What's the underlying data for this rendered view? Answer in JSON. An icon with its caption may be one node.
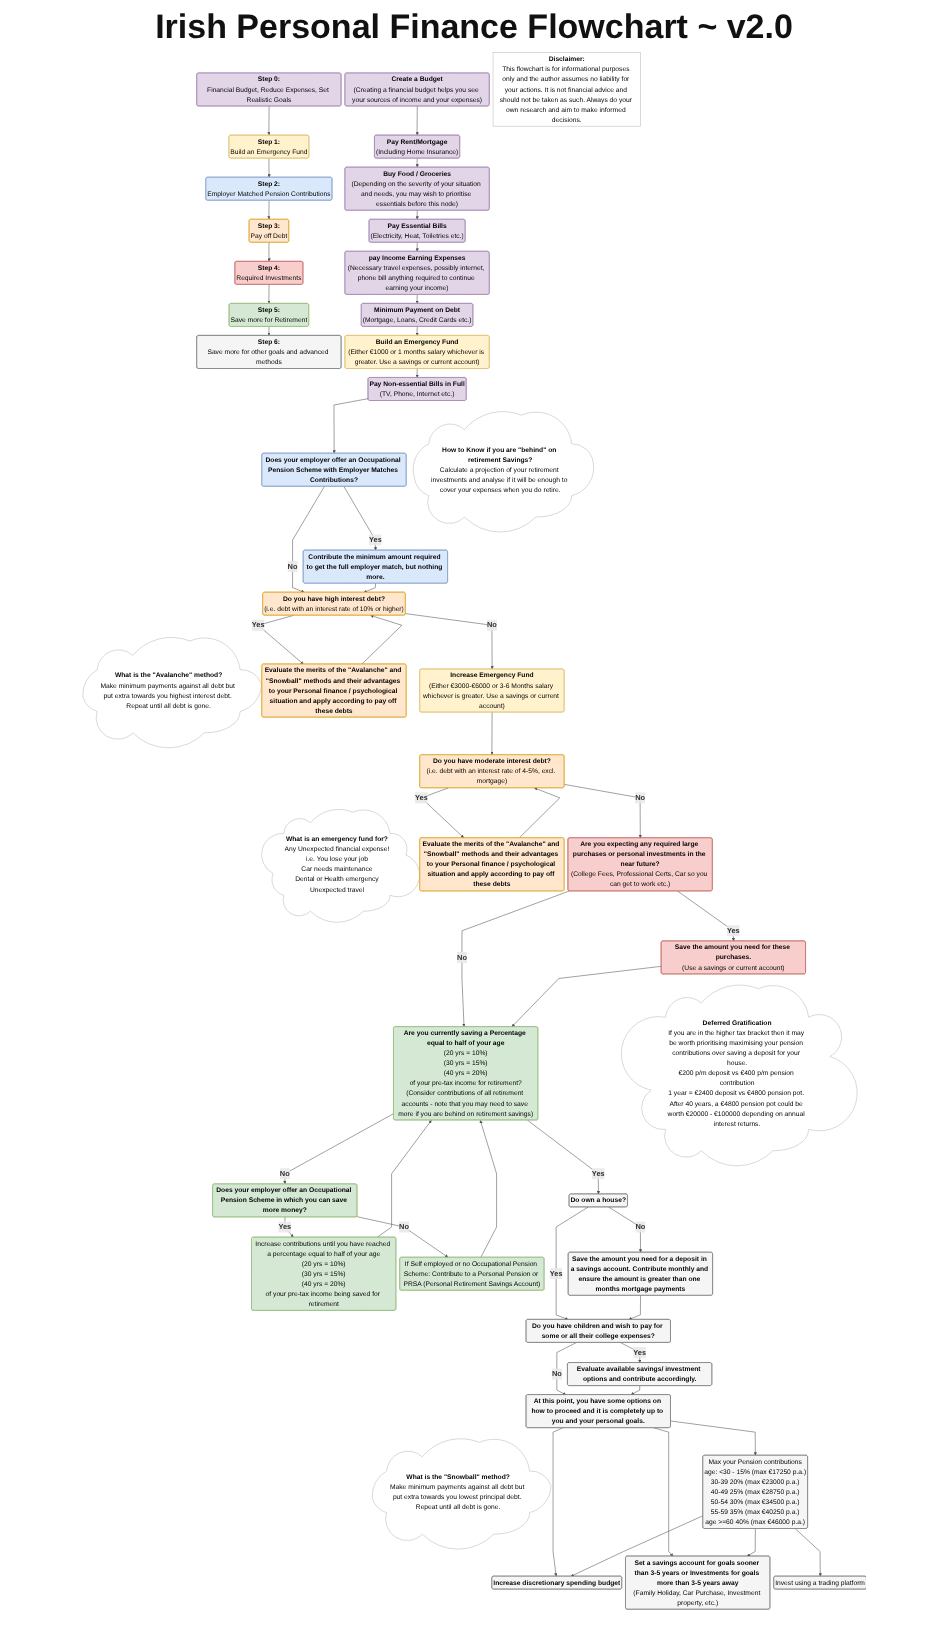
{
  "diagram": {
    "title": "Irish Personal Finance Flowchart ~ v2.0",
    "nodes": [
      {
        "text": [
          "Step 0:",
          "Financial Budget, Reduce Expenses, Set Realistic Goals"
        ]
      },
      {
        "text": [
          "Step 1:",
          "Build an Emergency Fund"
        ]
      },
      {
        "text": [
          "Step 2:",
          "Employer Matched Pension Contributions"
        ]
      },
      {
        "text": [
          "Step 3:",
          "Pay off Debt"
        ]
      },
      {
        "text": [
          "Step 4:",
          "Required Investments"
        ]
      },
      {
        "text": [
          "Step 5:",
          "Save more for Retirement"
        ]
      },
      {
        "text": [
          "Step 6:",
          "Save more for other goals and advanced methods"
        ]
      },
      {
        "text": [
          "Create a Budget",
          "(Creating a financial budget helps you see your sources of income and your expenses)"
        ]
      },
      {
        "text": [
          "Disclaimer:",
          "This flowchart is for informational purposes only and the author assumes no liability for your actions. It is not financial advice and should not be taken as such. Always do your own research and aim to make informed decisions."
        ]
      },
      {
        "text": [
          "Pay Rent/Mortgage",
          "(Including Home Insurance)"
        ]
      },
      {
        "text": [
          "Buy Food / Groceries",
          "(Depending on the severity of your situation and needs, you may wish to prioritise essentials before this node)"
        ]
      },
      {
        "text": [
          "Pay Essential Bills",
          "(Electricity, Heat, Toiletries etc.)"
        ]
      },
      {
        "text": [
          "pay Income Earning Expenses",
          "(Necessary travel expenses, possibly internet, phone bill anything required to continue earning your income)"
        ]
      },
      {
        "text": [
          "Minimum Payment on Debt",
          "(Mortgage, Loans, Credit Cards etc.)"
        ]
      },
      {
        "text": [
          "Pay Non-essential Bills in Full",
          "(TV, Phone, Internet etc.)"
        ]
      },
      {
        "text": [
          "Build an Emergency Fund",
          "(Either €1000 or 1 months salary whichever is greater. Use a savings or current account)"
        ]
      },
      {
        "text": [
          "Does your employer offer an Occupational Pension Scheme with Employer Matches Contributions?"
        ]
      },
      {
        "text": [
          "Contribute the minimum amount required to get the full employer match, but nothing more."
        ]
      },
      {
        "text": [
          "What is the \"Avalanche\" method?",
          "Make minimum payments against all debt but put extra towards you highest interest debt. Repeat until all debt is gone."
        ]
      },
      {
        "text": [
          "Do you have high interest debt?",
          "(i.e. debt with an interest rate of 10% or higher)"
        ]
      },
      {
        "text": [
          "Evaluate the merits of the \"Avalanche\" and \"Snowball\" methods and their advantages to your Personal finance / psychological situation and apply according to pay off these debts"
        ]
      },
      {
        "text": [
          "What is an emergency fund for?",
          "Any Unexpected financial expense!",
          "i.e. You lose your job",
          "Car needs maintenance",
          "Dental or Health emergency",
          "Unexpected travel"
        ]
      },
      {
        "text": [
          "Increase Emergency Fund",
          "(Either €3000-€6000 or 3-6 Months salary whichever is greater. Use a savings or current account)"
        ]
      },
      {
        "text": [
          "Do you have moderate interest debt?",
          "(i.e. debt with an interest rate of 4-5%, excl. mortgage)"
        ]
      },
      {
        "text": [
          "Evaluate the merits of the \"Avalanche\" and \"Snowball\" methods and their advantages to your Personal finance / psychological situation and apply according to pay off these debts"
        ]
      },
      {
        "text": [
          "What is the \"Snowball\" method?",
          "Make minimum payments against all debt but put extra towards you lowest principal debt. Repeat until all debt is gone."
        ]
      },
      {
        "text": [
          "Are you expecting any required large purchases or personal investments in the near future?",
          "(College Fees, Professional Certs, Car so you can get to work etc.)"
        ]
      },
      {
        "text": [
          "Save the amount you need for these purchases.",
          "(Use a savings or current account)"
        ]
      },
      {
        "text": [
          "How to Know if you are \"behind\" on retirement Savings?",
          "Calculate a projection of your retirement investments and analyse if it will be enough to cover your expenses when you do retire."
        ]
      },
      {
        "text": [
          "Are you currently saving a Percentage equal to half of your age",
          "(20 yrs = 10%)",
          "(30 yrs = 15%)",
          "(40 yrs = 20%)",
          "of your pre-tax income for retirement?",
          "(Consider contributions of all retirement accounts - note that you may need to save more if you are behind on retirement savings)"
        ]
      },
      {
        "text": [
          "Does your employer offer an Occupational Pension Scheme in which you can save more money?"
        ]
      },
      {
        "text": [
          "Increase contributions until you have reached a percentage equal to half of your age",
          "(20 yrs = 10%)",
          "(30 yrs = 15%)",
          "(40 yrs = 20%)",
          "of your pre-tax income being saved for retirement"
        ]
      },
      {
        "text": [
          "If Self employed or no Occupational Pension Scheme: Contribute to a Personal Pension or PRSA (Personal Retirement Savings Account)"
        ]
      },
      {
        "text": [
          "Do own a house?"
        ]
      },
      {
        "text": [
          "Save the amount you need for a deposit in a savings account. Contribute monthly and ensure the amount is greater than one months mortgage payments"
        ]
      },
      {
        "text": [
          "Deferred Gratification",
          "If you are in the higher tax bracket then it may be worth prioritising maximising your pension contributions over saving a deposit for your house.",
          "€200 p/m deposit vs €400 p/m pension contribution",
          "1 year = €2400 deposit vs €4800 pension pot. After 40 years, a €4800 pension pot could be worth €20000 - €100000 depending on annual interest returns."
        ]
      },
      {
        "text": [
          "Do you have children and wish to pay for some or all their college expenses?"
        ]
      },
      {
        "text": [
          "Evaluate available savings/ investment options and contribute accordingly."
        ]
      },
      {
        "text": [
          "At this point, you have some options on how to proceed and it is completely up to you and your personal goals."
        ]
      },
      {
        "text": [
          "Increase discretionary spending budget"
        ]
      },
      {
        "text": [
          "Max your Pension contributions",
          "age: <30 - 15% (max €17250 p.a.)",
          "30-39 20% (max €23000 p.a.)",
          "40-49 25% (max €28750 p.a.)",
          "50-54 30% (max €34500 p.a.)",
          "55-59 35% (max €40250 p.a.)",
          "age >=60 40% (max €46000 p.a.)"
        ]
      },
      {
        "text": [
          "Set a savings account for goals sooner than 3-5 years or Investments for goals more than 3-5 years away",
          "(Family Holiday, Car Purchase, Investment property, etc.)"
        ]
      },
      {
        "text": [
          "Invest using a trading platform"
        ]
      }
    ],
    "edges": [
      {
        "from": 0,
        "to": 1,
        "arrow": "to"
      },
      {
        "from": 1,
        "to": 2,
        "arrow": "to"
      },
      {
        "from": 2,
        "to": 3,
        "arrow": "to"
      },
      {
        "from": 3,
        "to": 4,
        "arrow": "to"
      },
      {
        "from": 4,
        "to": 5,
        "arrow": "to"
      },
      {
        "from": 5,
        "to": 6,
        "arrow": "to"
      },
      {
        "from": 7,
        "to": 9,
        "arrow": "to"
      },
      {
        "from": 9,
        "to": 10,
        "arrow": "to"
      },
      {
        "from": 10,
        "to": 11,
        "arrow": "to"
      },
      {
        "from": 11,
        "to": 12,
        "arrow": "to"
      },
      {
        "from": 12,
        "to": 13,
        "arrow": "to"
      },
      {
        "from": 13,
        "to": 15,
        "arrow": "to"
      },
      {
        "from": 15,
        "to": 14,
        "arrow": "to"
      },
      {
        "from": 14,
        "to": 16,
        "arrow": "to"
      },
      {
        "from": 16,
        "to": 17,
        "arrow": "to",
        "label": "Yes"
      },
      {
        "from": 16,
        "to": 19,
        "arrow": "to",
        "label": "No"
      },
      {
        "from": 17,
        "to": 19,
        "arrow": "to"
      },
      {
        "from": 19,
        "to": 20,
        "arrow": "to",
        "label": "Yes"
      },
      {
        "from": 20,
        "to": 19,
        "arrow": "to"
      },
      {
        "from": 19,
        "to": 22,
        "arrow": "to",
        "label": "No"
      },
      {
        "from": 22,
        "to": 23,
        "arrow": "to"
      },
      {
        "from": 23,
        "to": 24,
        "arrow": "to",
        "label": "Yes"
      },
      {
        "from": 24,
        "to": 23,
        "arrow": "to"
      },
      {
        "from": 23,
        "to": 26,
        "arrow": "to",
        "label": "No"
      },
      {
        "from": 26,
        "to": 27,
        "arrow": "to",
        "label": "Yes"
      },
      {
        "from": 26,
        "to": 29,
        "arrow": "to",
        "label": "No"
      },
      {
        "from": 27,
        "to": 29,
        "arrow": "to"
      },
      {
        "from": 29,
        "to": 30,
        "arrow": "to",
        "label": "No"
      },
      {
        "from": 29,
        "to": 33,
        "arrow": "to",
        "label": "Yes"
      },
      {
        "from": 30,
        "to": 31,
        "arrow": "to",
        "label": "Yes"
      },
      {
        "from": 30,
        "to": 32,
        "arrow": "to",
        "label": "No"
      },
      {
        "from": 31,
        "to": 29,
        "arrow": "to"
      },
      {
        "from": 32,
        "to": 29,
        "arrow": "to"
      },
      {
        "from": 33,
        "to": 34,
        "arrow": "to",
        "label": "No"
      },
      {
        "from": 33,
        "to": 36,
        "arrow": "to",
        "label": "Yes"
      },
      {
        "from": 34,
        "to": 36,
        "arrow": "to"
      },
      {
        "from": 36,
        "to": 37,
        "arrow": "to",
        "label": "Yes"
      },
      {
        "from": 36,
        "to": 38,
        "arrow": "to",
        "label": "No"
      },
      {
        "from": 37,
        "to": 38,
        "arrow": "to"
      },
      {
        "from": 38,
        "to": 39,
        "arrow": "to"
      },
      {
        "from": 38,
        "to": 40,
        "arrow": "to"
      },
      {
        "from": 38,
        "to": 41,
        "arrow": "to"
      },
      {
        "from": 40,
        "to": 39,
        "arrow": "to"
      },
      {
        "from": 40,
        "to": 41,
        "arrow": "to"
      },
      {
        "from": 40,
        "to": 42,
        "arrow": "to"
      }
    ]
  }
}
